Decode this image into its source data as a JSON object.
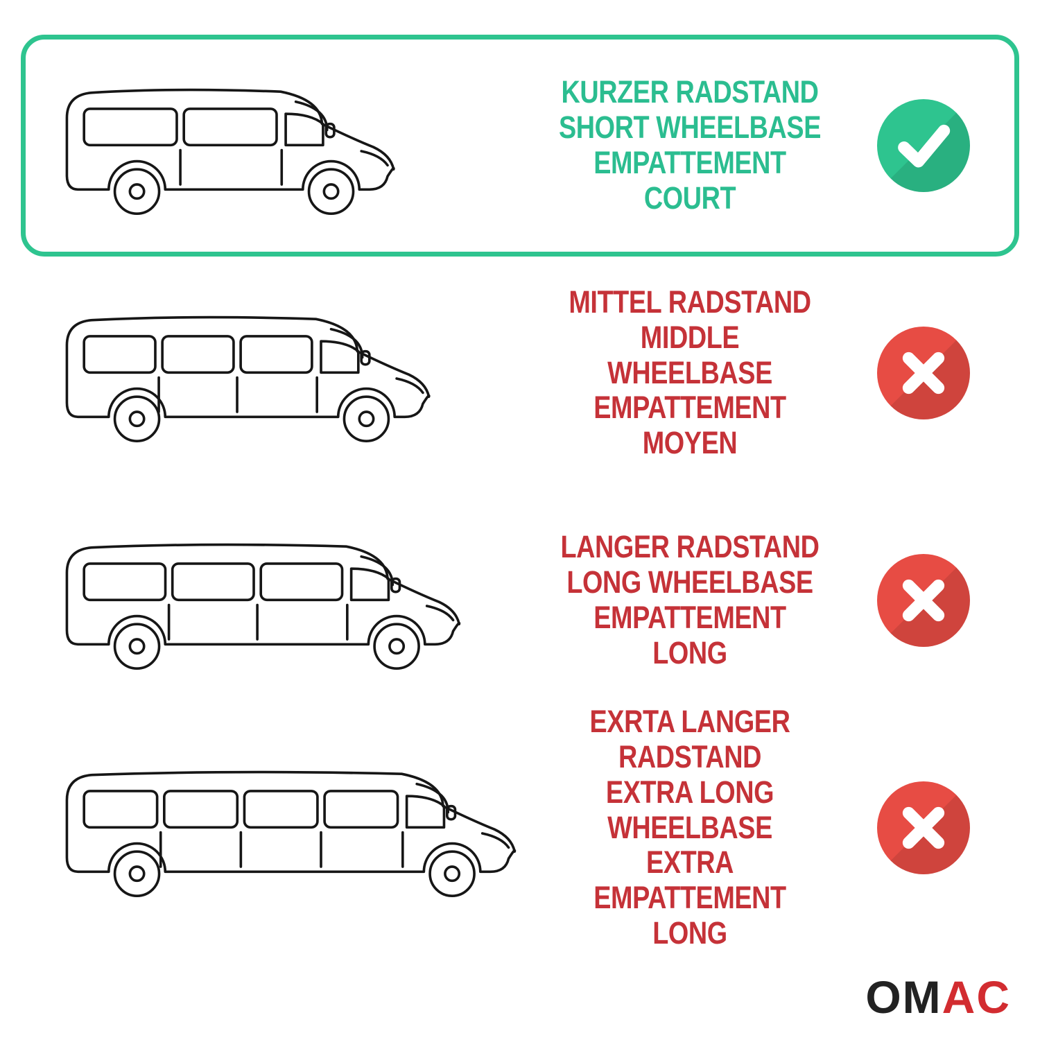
{
  "rows": [
    {
      "van": "short-wheelbase-van",
      "label_lines": [
        "KURZER RADSTAND",
        "SHORT WHEELBASE",
        "EMPATTEMENT COURT"
      ],
      "status": "check",
      "highlighted": true
    },
    {
      "van": "middle-wheelbase-van",
      "label_lines": [
        "MITTEL RADSTAND",
        "MIDDLE WHEELBASE",
        "EMPATTEMENT MOYEN"
      ],
      "status": "x",
      "highlighted": false
    },
    {
      "van": "long-wheelbase-van",
      "label_lines": [
        "LANGER RADSTAND",
        "LONG WHEELBASE",
        "EMPATTEMENT LONG"
      ],
      "status": "x",
      "highlighted": false
    },
    {
      "van": "extra-long-wheelbase-van",
      "label_lines": [
        "EXRTA LANGER RADSTAND",
        "EXTRA LONG WHEELBASE",
        "EXTRA EMPATTEMENT LONG"
      ],
      "status": "x",
      "highlighted": false
    }
  ],
  "colors": {
    "green": "#2ec48f",
    "green_text": "#2bbd90",
    "red_icon": "#e74c44",
    "red_text": "#c53238",
    "line": "#161616",
    "logo_black": "#222222",
    "logo_red": "#d22c30"
  },
  "logo": {
    "black": "OM",
    "red": "AC"
  }
}
